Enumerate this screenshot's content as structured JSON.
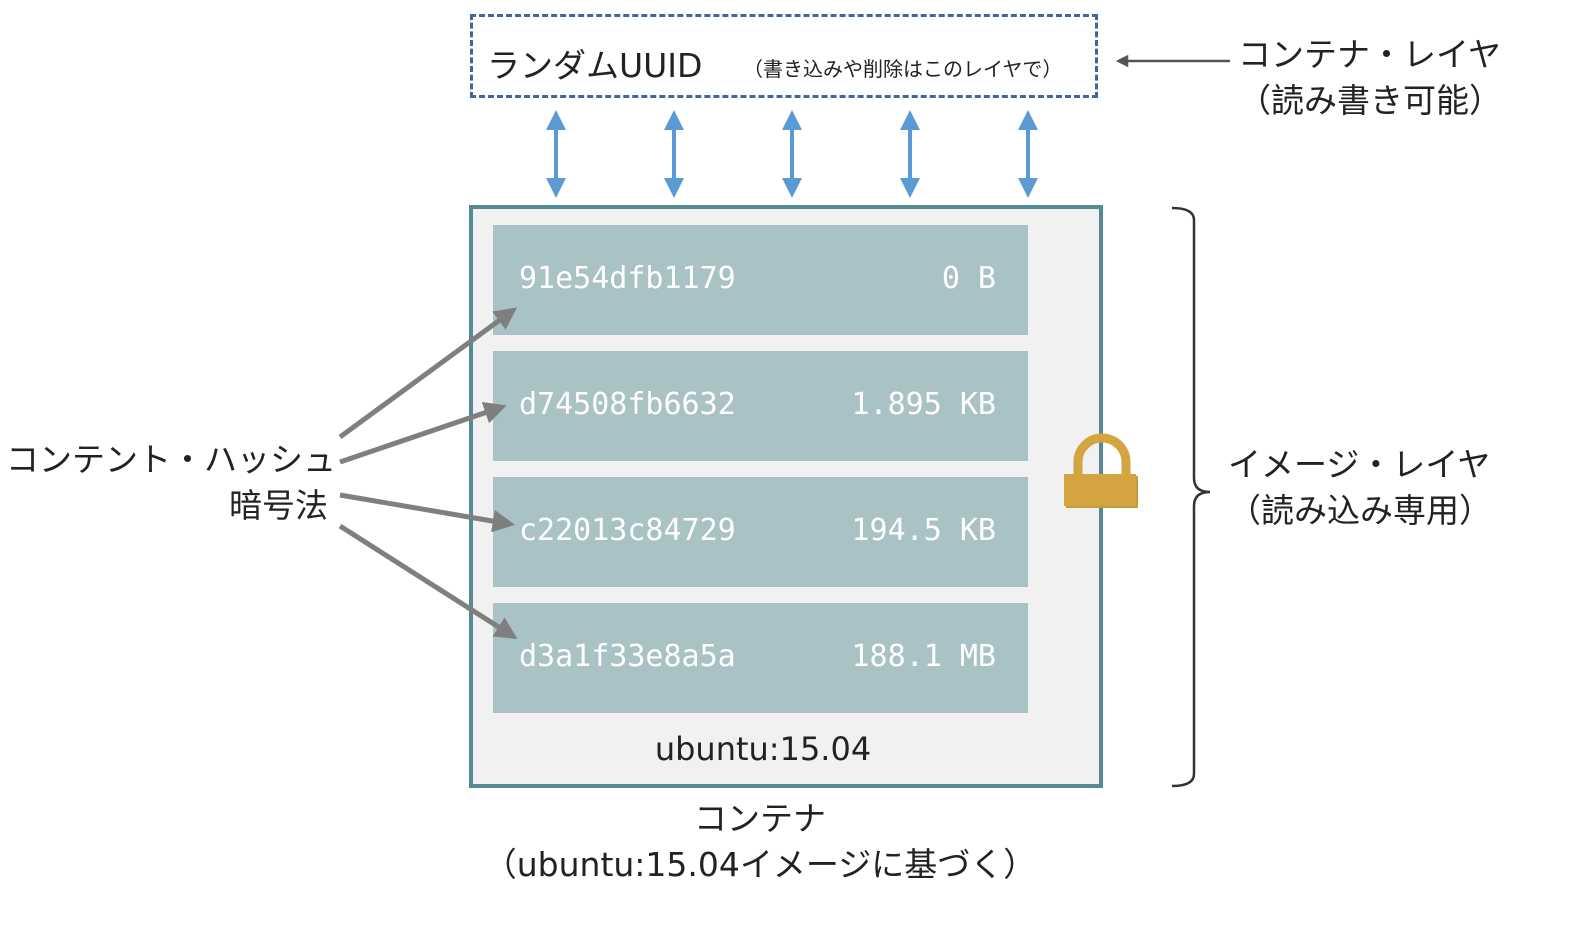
{
  "container_layer": {
    "label": "ランダムUUID",
    "sublabel": "（書き込みや削除はこのレイヤで）"
  },
  "container_layer_caption": {
    "line1": "コンテナ・レイヤ",
    "line2": "（読み書き可能）"
  },
  "image_layers": [
    {
      "hash": "91e54dfb1179",
      "size": "0 B"
    },
    {
      "hash": "d74508fb6632",
      "size": "1.895 KB"
    },
    {
      "hash": "c22013c84729",
      "size": "194.5 KB"
    },
    {
      "hash": "d3a1f33e8a5a",
      "size": "188.1 MB"
    }
  ],
  "image_name": "ubuntu:15.04",
  "image_layer_caption": {
    "line1": "イメージ・レイヤ",
    "line2": "（読み込み専用）"
  },
  "hash_caption": {
    "line1": "コンテント・ハッシュ",
    "line2": "暗号法"
  },
  "container_caption": {
    "line1": "コンテナ",
    "line2": "（ubuntu:15.04イメージに基づく）"
  },
  "colors": {
    "container_border": "#3f6896",
    "image_border": "#558a95",
    "layer_fill": "#a8c2c5",
    "rw_arrows": "#5b9bd5",
    "hash_arrows": "#7f7f7f",
    "lock": "#d4a440"
  },
  "icons": [
    "lock-icon"
  ]
}
